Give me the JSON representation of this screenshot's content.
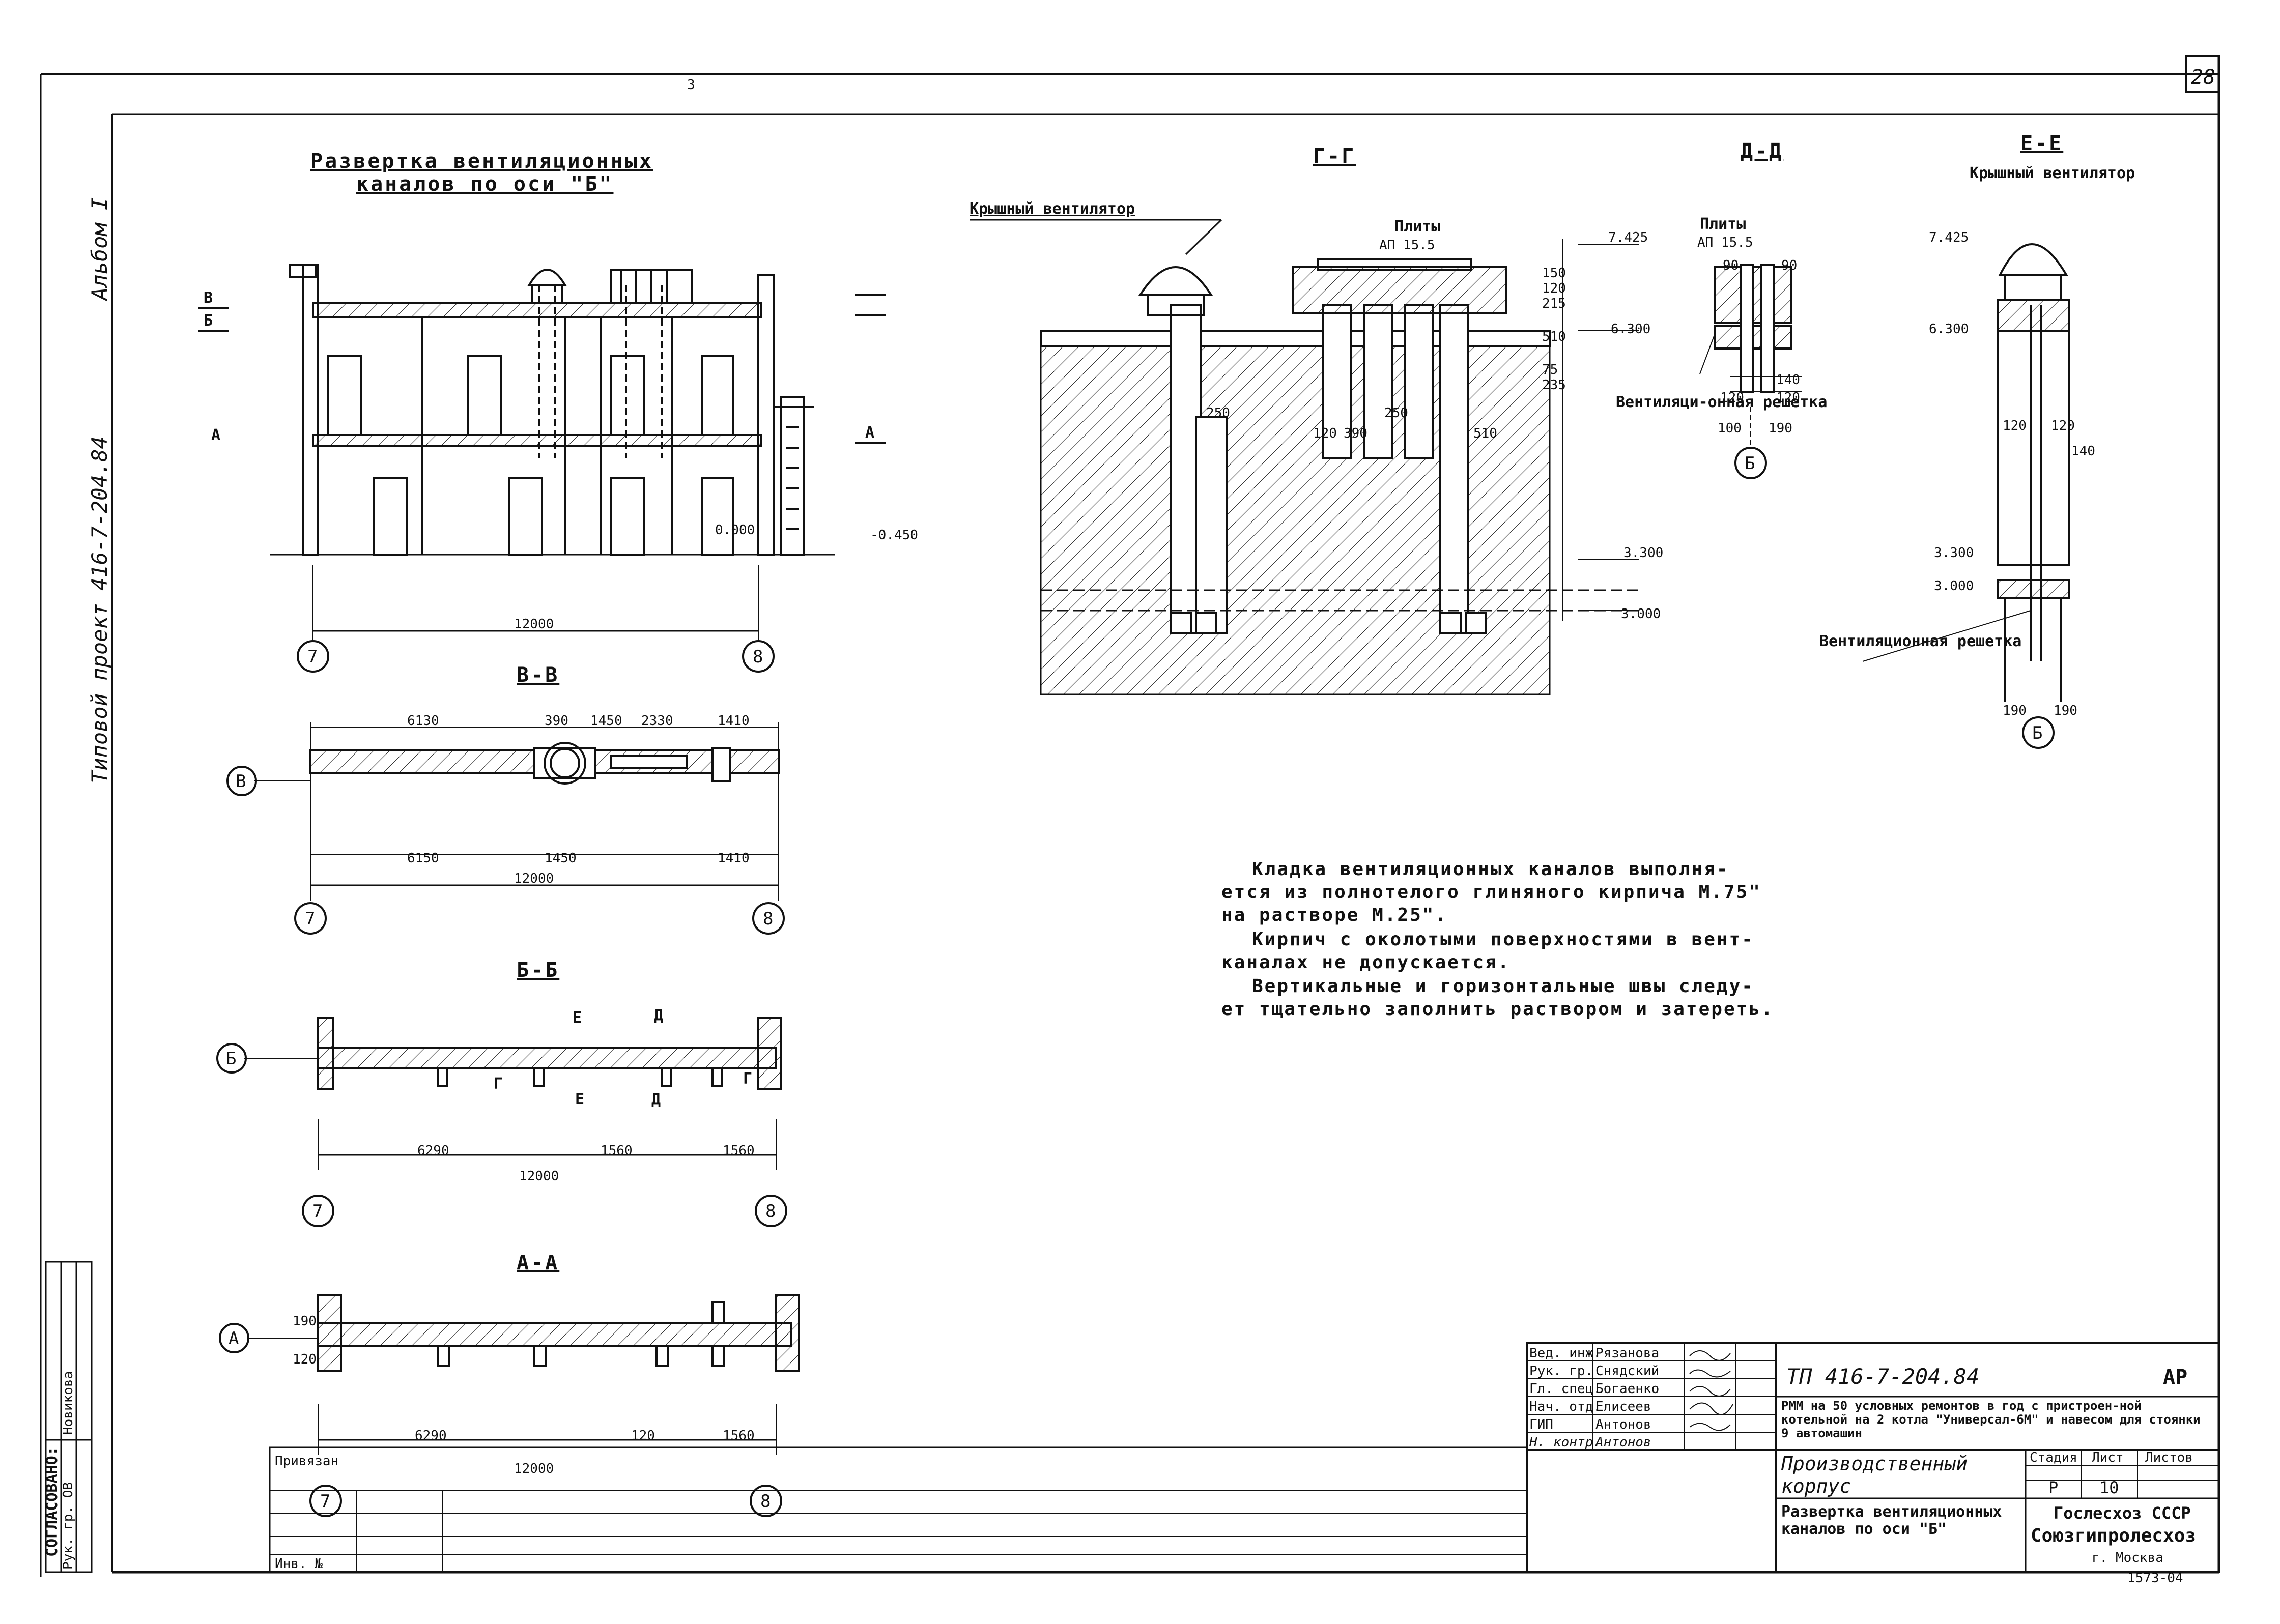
{
  "sheet": {
    "number": "28",
    "top_mark": "3",
    "bottom_mark": "1573-04"
  },
  "side": {
    "project": "Типовой проект 416-7-204.84",
    "album": "Альбом I",
    "agreed": "СОГЛАСОВАНО:",
    "agreed_role": "Рук. гр. ОВ",
    "agreed_name": "Новикова"
  },
  "sections": {
    "main_title_1": "Развертка вентиляционных",
    "main_title_2": "каналов по оси \"Б\"",
    "gg": "Г-Г",
    "dd": "Д-Д",
    "ee": "Е-Е",
    "vv": "В-В",
    "bb": "Б-Б",
    "aa": "А-А"
  },
  "elevation": {
    "marks": [
      "В",
      "Б",
      "А",
      "А"
    ],
    "level_0": "0.000",
    "level_m": "-0.450",
    "width": "12000",
    "axes": [
      "7",
      "8"
    ]
  },
  "gg": {
    "fan": "Крышный вентилятор",
    "plates": "Плиты",
    "plates_code": "АП 15.5",
    "grille": "Вентиляци-онная решетка",
    "levels": [
      "7.425",
      "6.300",
      "3.300",
      "3.000"
    ],
    "dims": [
      "150",
      "120",
      "215",
      "510",
      "75",
      "235",
      "250",
      "120",
      "390",
      "250",
      "510"
    ]
  },
  "dd": {
    "plates": "Плиты",
    "plates_code": "АП 15.5",
    "dims": [
      "90",
      "90",
      "120",
      "140",
      "120",
      "100",
      "190"
    ],
    "axis": "Б"
  },
  "ee": {
    "fan": "Крышный вентилятор",
    "grille": "Вентиляционная решетка",
    "levels": [
      "7.425",
      "6.300",
      "3.300",
      "3.000"
    ],
    "dims": [
      "120",
      "120",
      "140",
      "190",
      "190"
    ],
    "axis": "Б"
  },
  "plan_vv": {
    "top_dims": [
      "6130",
      "390",
      "1450",
      "2330",
      "1410"
    ],
    "bottom_dims": [
      "6150",
      "1450",
      "1410"
    ],
    "total": "12000",
    "axis": "В",
    "axes": [
      "7",
      "8"
    ]
  },
  "plan_bb": {
    "dims": [
      "6290",
      "1560",
      "1560"
    ],
    "total": "12000",
    "axis": "Б",
    "cuts": [
      "Е",
      "Д",
      "Г",
      "Г",
      "Е",
      "Д"
    ],
    "axes": [
      "7",
      "8"
    ]
  },
  "plan_aa": {
    "dims": [
      "6290",
      "120",
      "1560"
    ],
    "total": "12000",
    "axis": "А",
    "side_dims": [
      "190",
      "120"
    ],
    "axes": [
      "7",
      "8"
    ]
  },
  "notes": [
    "Кладка вентиляционных каналов выполня-",
    "ется из полнотелого глиняного кирпича М.75\"",
    "на растворе М.25\".",
    "Кирпич с околотыми поверхностями в вент-",
    "каналах не допускается.",
    "Вертикальные и горизонтальные швы следу-",
    "ет тщательно заполнить раствором и затереть."
  ],
  "title_block": {
    "code": "ТП 416-7-204.84",
    "mark": "АР",
    "description": "РММ на 50 условных ремонтов в год с пристроен-ной котельной на 2 котла \"Универсал-6М\" и навесом для стоянки 9 автомашин",
    "building": "Производственный корпус",
    "sheet_title": "Развертка вентиляционных каналов по оси \"Б\"",
    "stage_h": "Стадия",
    "sheet_h": "Лист",
    "sheets_h": "Листов",
    "stage": "Р",
    "sheet": "10",
    "org1": "Гослесхоз СССР",
    "org2": "Союзгипролесхоз",
    "org3": "г. Москва",
    "attached": "Привязан",
    "inv": "Инв. №",
    "roles": [
      {
        "role": "Вед. инж.",
        "name": "Рязанова"
      },
      {
        "role": "Рук. гр.",
        "name": "Снядский"
      },
      {
        "role": "Гл. спец.",
        "name": "Богаенко"
      },
      {
        "role": "Нач. отд.",
        "name": "Елисеев"
      },
      {
        "role": "ГИП",
        "name": "Антонов"
      },
      {
        "role": "Н. контр.",
        "name": "Антонов"
      }
    ]
  }
}
